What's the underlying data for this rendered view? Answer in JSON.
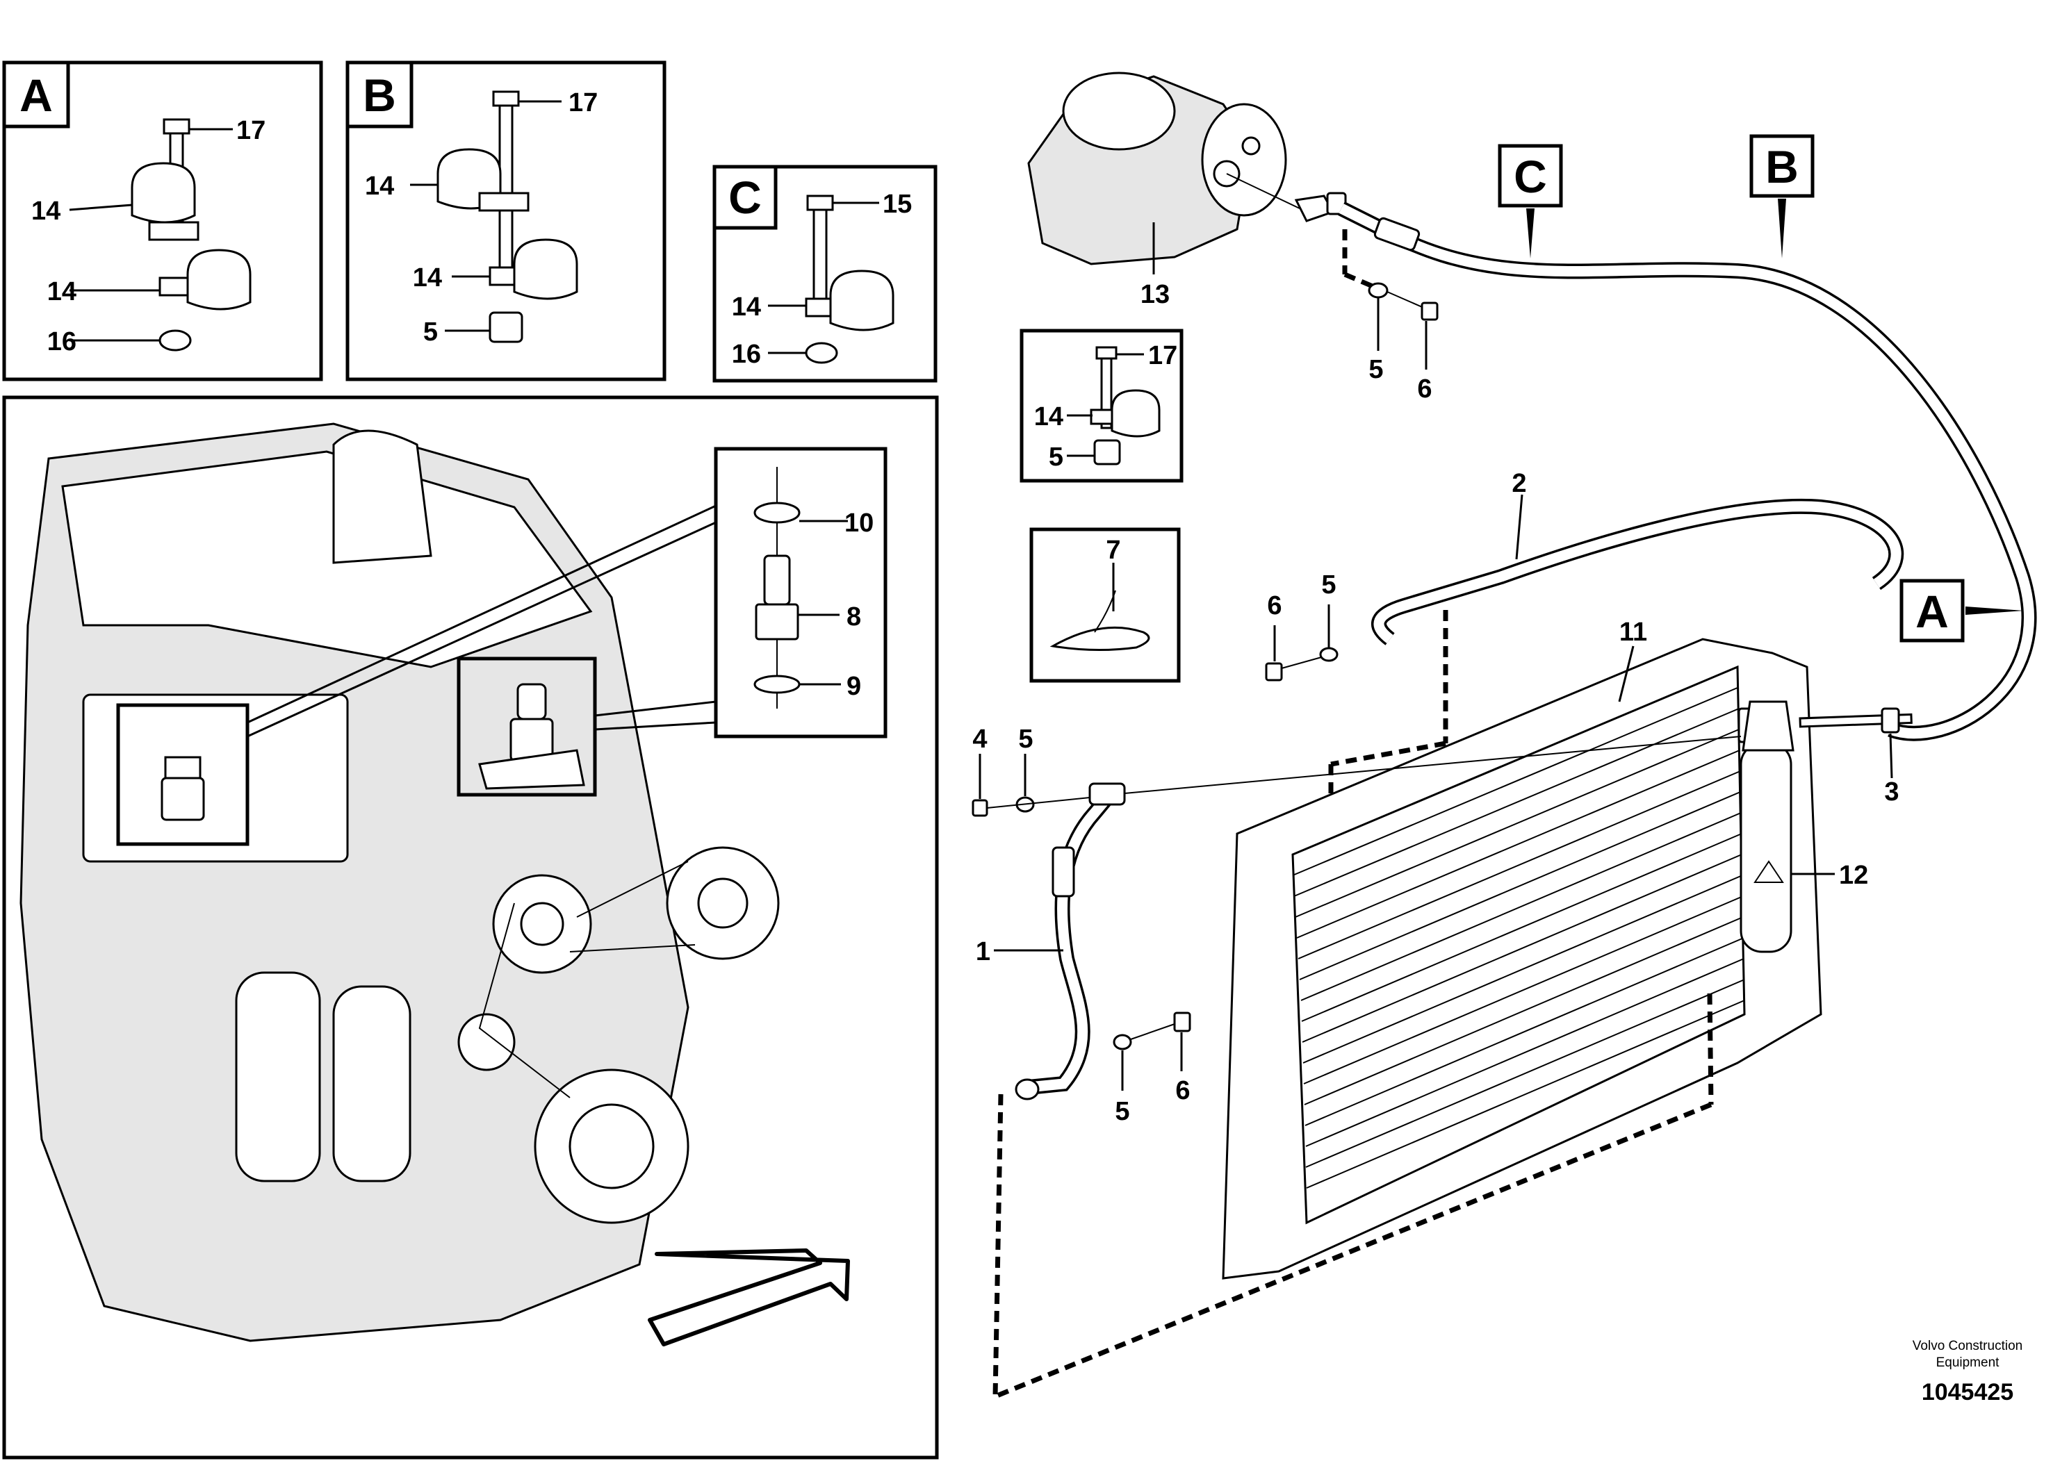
{
  "callouts": {
    "c1": "1",
    "c2": "2",
    "c3": "3",
    "c4": "4",
    "c5": "5",
    "c6": "6",
    "c7": "7",
    "c8": "8",
    "c9": "9",
    "c10": "10",
    "c11": "11",
    "c12": "12",
    "c13": "13",
    "c14": "14",
    "c15": "15",
    "c16": "16",
    "c17": "17"
  },
  "panels": {
    "a": "A",
    "b": "B",
    "c": "C"
  },
  "footer": {
    "manufacturer": "Volvo Construction Equipment",
    "document_number": "1045425"
  }
}
